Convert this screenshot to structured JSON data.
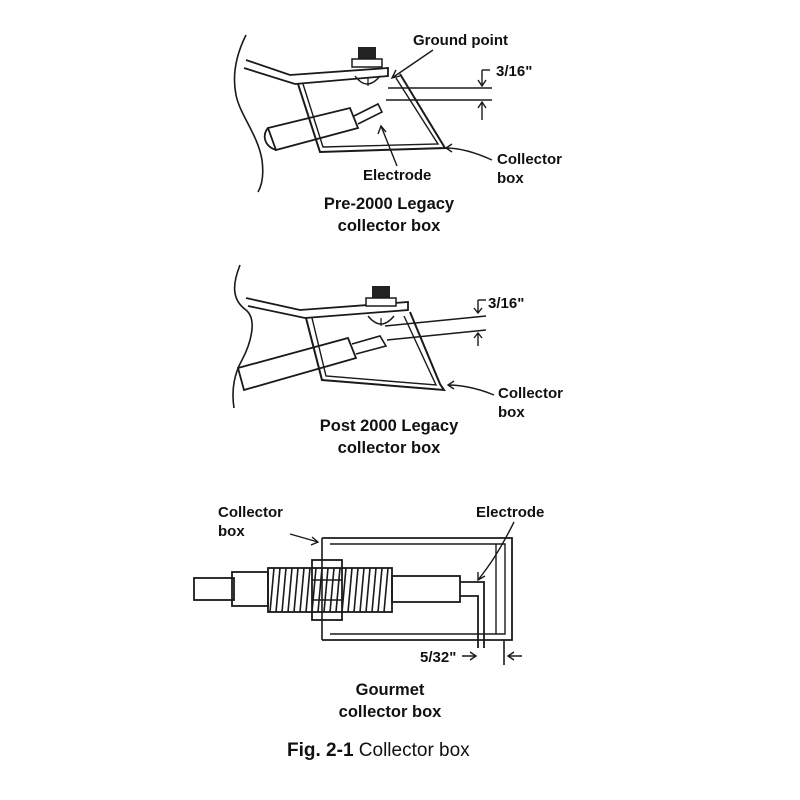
{
  "diagram_1": {
    "ground_point_label": "Ground point",
    "gap_label": "3/16\"",
    "electrode_label": "Electrode",
    "collector_label_line1": "Collector",
    "collector_label_line2": "box",
    "caption_line1": "Pre-2000 Legacy",
    "caption_line2": "collector box"
  },
  "diagram_2": {
    "gap_label": "3/16\"",
    "collector_label_line1": "Collector",
    "collector_label_line2": "box",
    "caption_line1": "Post 2000 Legacy",
    "caption_line2": "collector box"
  },
  "diagram_3": {
    "collector_label_line1": "Collector",
    "collector_label_line2": "box",
    "electrode_label": "Electrode",
    "gap_label": "5/32\"",
    "caption_line1": "Gourmet",
    "caption_line2": "collector box"
  },
  "figure": {
    "number": "Fig. 2-1",
    "title": "Collector box"
  }
}
